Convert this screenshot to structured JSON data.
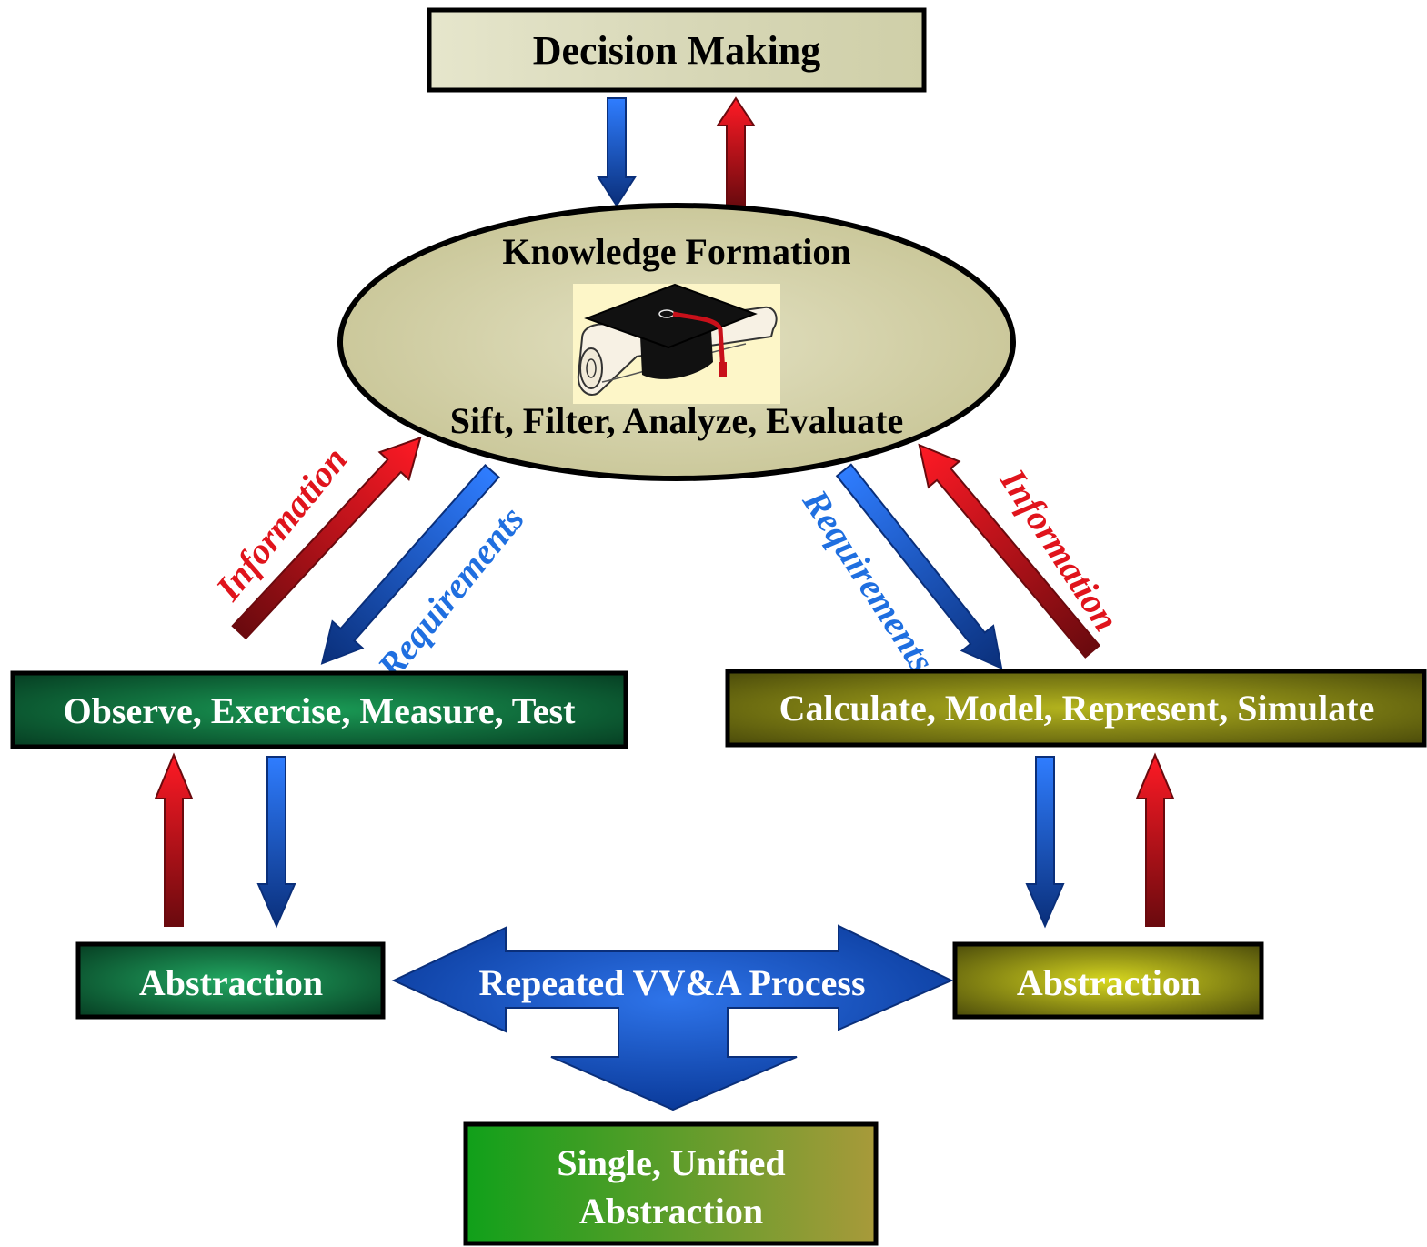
{
  "diagram": {
    "decision_making": "Decision Making",
    "knowledge_formation": {
      "title": "Knowledge Formation",
      "subtitle": "Sift, Filter, Analyze, Evaluate"
    },
    "left_box": "Observe, Exercise, Measure, Test",
    "right_box": "Calculate, Model, Represent, Simulate",
    "left_abstraction": "Abstraction",
    "right_abstraction": "Abstraction",
    "process_arrow": "Repeated VV&A Process",
    "unified_line1": "Single, Unified",
    "unified_line2": "Abstraction",
    "labels": {
      "information_left": "Information",
      "requirements_left": "Requirements",
      "requirements_right": "Requirements",
      "information_right": "Information"
    },
    "colors": {
      "requirements_arrow": "#1a5fd6",
      "information_arrow": "#d8101a",
      "requirements_label": "#1f6fe0",
      "information_label": "#e0141c",
      "decision_fill": "#d8d8b8",
      "ellipse_fill": "#cfcca2",
      "observe_fill": "#0e7a44",
      "calculate_fill": "#8a8a1a",
      "process_arrow": "#1f5cd0"
    },
    "icons": [
      "graduation-cap-diploma-icon"
    ]
  }
}
